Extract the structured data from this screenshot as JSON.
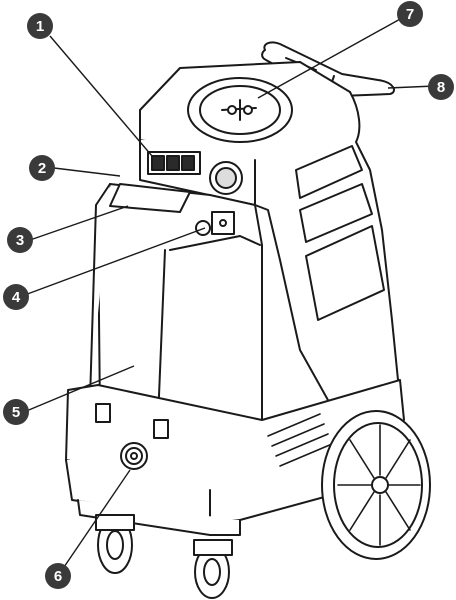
{
  "diagram": {
    "callouts": [
      {
        "label": "1"
      },
      {
        "label": "2"
      },
      {
        "label": "3"
      },
      {
        "label": "4"
      },
      {
        "label": "5"
      },
      {
        "label": "6"
      },
      {
        "label": "7"
      },
      {
        "label": "8"
      }
    ]
  },
  "colors": {
    "line": "#1a1a1a",
    "callout_fill": "#3a3a3a",
    "callout_text": "#ffffff",
    "background": "#ffffff"
  }
}
